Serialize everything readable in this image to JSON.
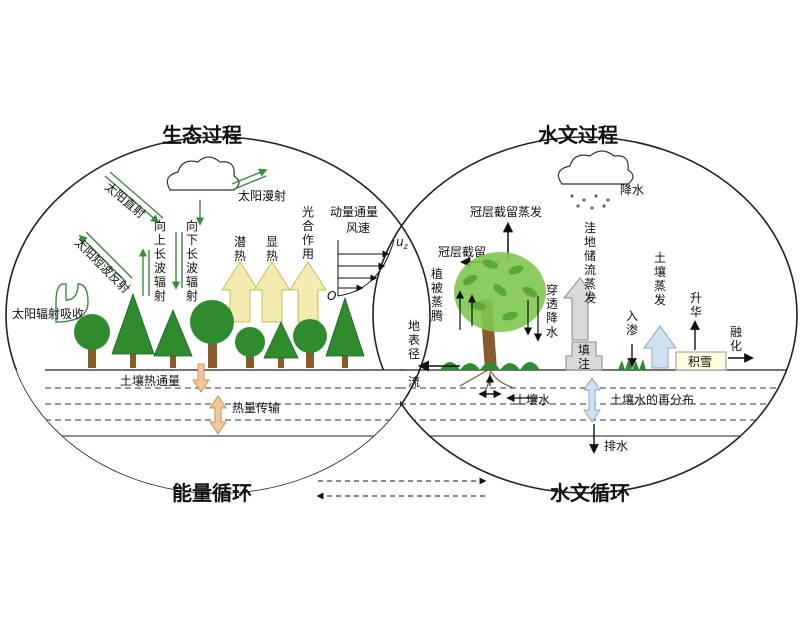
{
  "titles": {
    "eco": "生态过程",
    "hydro": "水文过程",
    "energy_cycle": "能量循环",
    "water_cycle": "水文循环"
  },
  "left": {
    "solar_direct": "太阳直射",
    "solar_diffuse": "太阳漫射",
    "shortwave_reflect": "太阳短波反射",
    "solar_absorb": "太阳辐射吸收",
    "up_longwave": [
      "向",
      "上",
      "长",
      "波",
      "辐",
      "射"
    ],
    "down_longwave": [
      "向",
      "下",
      "长",
      "波",
      "辐",
      "射"
    ],
    "latent_heat": [
      "潜",
      "热"
    ],
    "sensible_heat": [
      "显",
      "热"
    ],
    "photosynthesis": [
      "光",
      "合",
      "作",
      "用"
    ],
    "momentum_flux": "动量通量",
    "wind_speed": "风速",
    "origin": "O",
    "uz": "u",
    "uz_sub": "z",
    "soil_heat_flux": "土壤热通量",
    "heat_transfer": "热量传输"
  },
  "right": {
    "rain": "降水",
    "canopy_evap": "冠层截留蒸发",
    "canopy_intercept": "冠层截留",
    "transpiration": [
      "植",
      "被",
      "蒸",
      "腾"
    ],
    "throughfall": [
      "穿",
      "透",
      "降",
      "水"
    ],
    "depression_evap": [
      "洼",
      "地",
      "储",
      "流",
      "蒸",
      "发"
    ],
    "fill": [
      "填",
      "注"
    ],
    "soil_evap": [
      "土",
      "壤",
      "蒸",
      "发"
    ],
    "infiltration": [
      "入",
      "渗"
    ],
    "sublimation": [
      "升",
      "华"
    ],
    "melt": [
      "融",
      "化"
    ],
    "snow": "积雪",
    "surface_runoff": [
      "地",
      "表",
      "径",
      "流"
    ],
    "soil_water": "土壤水",
    "redistribution": "土壤水的再分布",
    "drainage": "排水"
  },
  "colors": {
    "tree_dark": "#2e8b2e",
    "tree_light": "#7ec850",
    "trunk": "#8b5a2b",
    "light_arrow": "#f3ecb0",
    "orange_arrow": "#f2c79a",
    "grey_arrow": "#d9d9d9",
    "water_arrow": "#cfe0f0"
  }
}
